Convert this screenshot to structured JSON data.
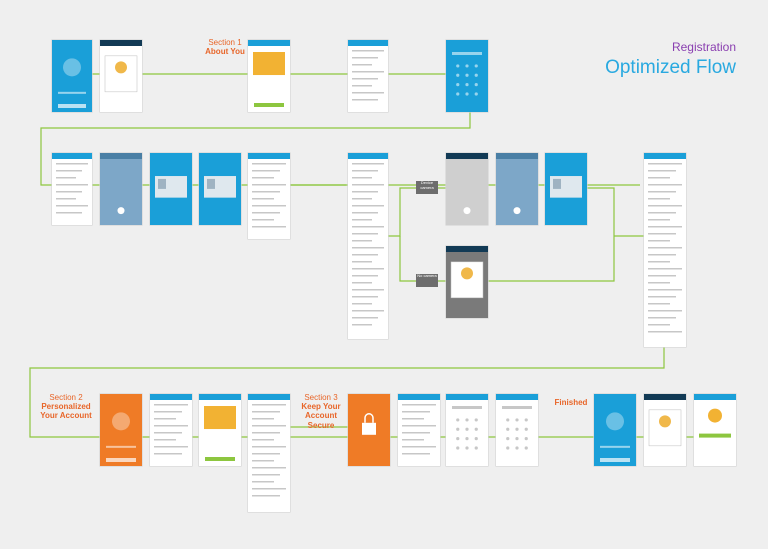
{
  "header": {
    "title": "Registration",
    "subtitle": "Optimized Flow"
  },
  "sections": [
    {
      "label": "Section 1",
      "name": "About You"
    },
    {
      "label": "Section 2",
      "name": "Personalized Your Account"
    },
    {
      "label": "Section 3",
      "name": "Keep Your Account Secure"
    },
    {
      "label": "",
      "name": "Finished"
    }
  ],
  "decisions": [
    {
      "label": "Device camera"
    },
    {
      "label": "No camera"
    }
  ],
  "colors": {
    "background": "#efefef",
    "connector": "#8dc63f",
    "section": "#e8662a",
    "title": "#8a3fb0",
    "subtitle": "#29a9e0",
    "screen_blue": "#1a9fd8",
    "screen_dark": "#123a55",
    "screen_orange": "#ef7b26",
    "decision": "#6d6d6d"
  }
}
